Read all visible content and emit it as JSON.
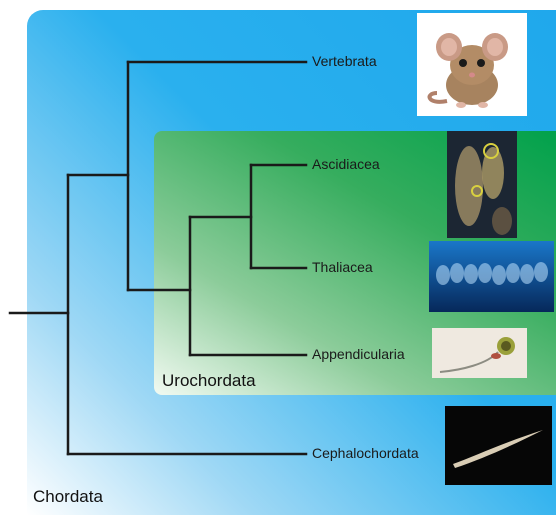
{
  "groups": {
    "outer": "Chordata",
    "inner": "Urochordata"
  },
  "taxa": {
    "vertebrata": "Vertebrata",
    "ascidiacea": "Ascidiacea",
    "thaliacea": "Thaliacea",
    "appendicularia": "Appendicularia",
    "cephalochordata": "Cephalochordata"
  },
  "colors": {
    "chordata_bg": "#1fa8ec",
    "urochordata_bg": "#00a14b",
    "branch": "#1a1a1a"
  }
}
